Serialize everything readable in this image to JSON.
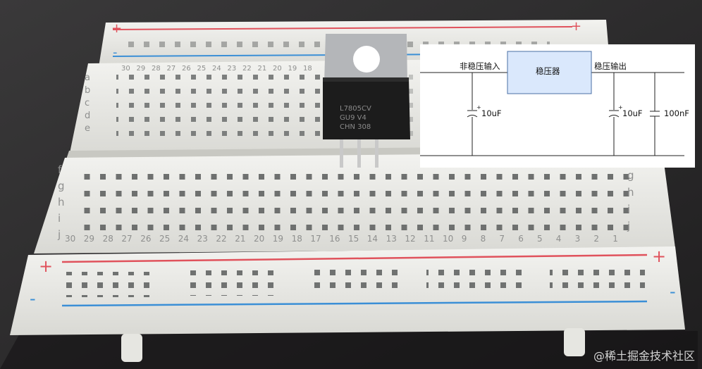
{
  "photo": {
    "subject": "breadboard-with-voltage-regulator",
    "colors": {
      "background": "#2b2a2b",
      "board": "#eeeeea",
      "rail_red": "#e0525c",
      "rail_blue": "#3b8fd6",
      "regulator_body": "#1c1c1c",
      "regulator_tab": "#b4b6b9"
    },
    "board_labels": {
      "top_columns": [
        "30",
        "29",
        "28",
        "27",
        "26",
        "25",
        "24",
        "23",
        "22",
        "21",
        "20",
        "19",
        "18"
      ],
      "top_rows": [
        "a",
        "b",
        "c",
        "d",
        "e"
      ],
      "bottom_rows": [
        "f",
        "g",
        "h",
        "i",
        "j"
      ],
      "bottom_columns": [
        "30",
        "29",
        "28",
        "27",
        "26",
        "25",
        "24",
        "23",
        "22",
        "21",
        "20",
        "19",
        "18",
        "17",
        "16",
        "15",
        "14",
        "13",
        "12",
        "11",
        "10",
        "9",
        "8",
        "7",
        "6",
        "5",
        "4",
        "3",
        "2",
        "1"
      ],
      "right_rows": [
        "g",
        "h",
        "i",
        "j"
      ],
      "rail_plus": "+",
      "rail_minus": "-"
    },
    "regulator_marking": [
      "L7805CV",
      "GU9 V4",
      "CHN 308"
    ]
  },
  "schematic": {
    "input_label": "非稳压输入",
    "regulator_label": "稳压器",
    "output_label": "稳压输出",
    "cap_input": "10uF",
    "cap_output": "10uF",
    "cap_bypass": "100nF",
    "colors": {
      "line": "#222222",
      "box_fill": "#dae8fc",
      "box_stroke": "#4a6fa5"
    }
  },
  "watermark": "@稀土掘金技术社区"
}
